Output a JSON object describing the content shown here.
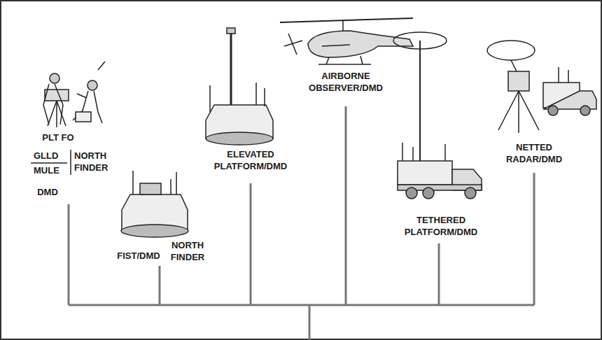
{
  "diagram": {
    "labels": [
      "PLT FO",
      "GLLD",
      "NORTH FINDER",
      "MULE",
      "DMD",
      "FIST/DMD",
      "NORTH FINDER",
      "ELEVATED PLATFORM/DMD",
      "AIRBORNE OBSERVER/DMD",
      "TETHERED PLATFORM/DMD",
      "NETTED RADAR/DMD"
    ]
  }
}
